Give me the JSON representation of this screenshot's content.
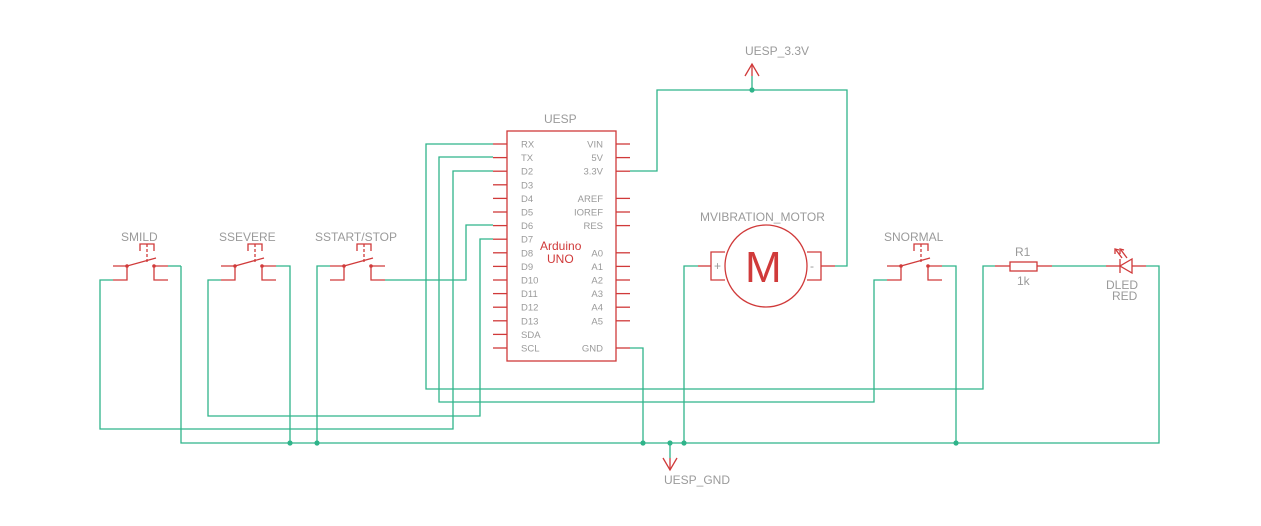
{
  "schematic": {
    "chip": {
      "name": "UESP",
      "value_line1": "Arduino",
      "value_line2": "UNO",
      "left_pins": [
        "RX",
        "TX",
        "D2",
        "D3",
        "D4",
        "D5",
        "D6",
        "D7",
        "D8",
        "D9",
        "D10",
        "D11",
        "D12",
        "D13",
        "SDA",
        "SCL"
      ],
      "right_pins": [
        "VIN",
        "5V",
        "3.3V",
        "",
        "AREF",
        "IOREF",
        "RES",
        "",
        "A0",
        "A1",
        "A2",
        "A3",
        "A4",
        "A5",
        "",
        "GND"
      ]
    },
    "switches": {
      "smild": "SMILD",
      "ssevere": "SSEVERE",
      "sstart": "SSTART/STOP",
      "snormal": "SNORMAL"
    },
    "motor": {
      "name": "MVIBRATION_MOTOR",
      "symbol": "M",
      "plus": "+",
      "minus": "-"
    },
    "resistor": {
      "name": "R1",
      "value": "1k"
    },
    "led": {
      "name": "DLED",
      "value": "RED"
    },
    "supply": {
      "vcc": "UESP_3.3V",
      "gnd": "UESP_GND"
    },
    "colors": {
      "wire": "#2fb48a",
      "part": "#d03a3a",
      "label": "#9a9a9a"
    }
  }
}
